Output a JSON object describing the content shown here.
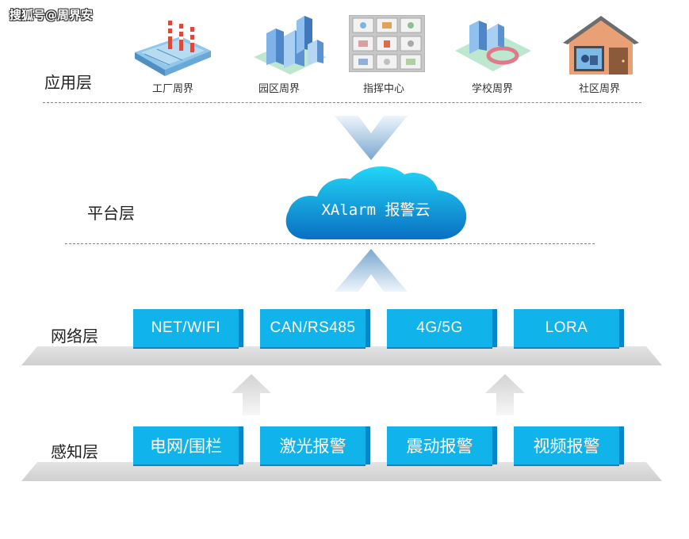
{
  "watermark": "搜狐号@周界安",
  "layers": {
    "application": "应用层",
    "platform": "平台层",
    "network": "网络层",
    "sensing": "感知层"
  },
  "applications": [
    {
      "label": "工厂周界",
      "icon": "factory-icon"
    },
    {
      "label": "园区周界",
      "icon": "park-buildings-icon"
    },
    {
      "label": "指挥中心",
      "icon": "command-center-icon"
    },
    {
      "label": "学校周界",
      "icon": "school-icon"
    },
    {
      "label": "社区周界",
      "icon": "community-house-icon"
    }
  ],
  "cloud": {
    "label": "XAlarm 报警云",
    "icon": "cloud-icon"
  },
  "network_items": [
    "NET/WIFI",
    "CAN/RS485",
    "4G/5G",
    "LORA"
  ],
  "sensing_items": [
    "电网/围栏",
    "激光报警",
    "震动报警",
    "视频报警"
  ],
  "colors": {
    "box_fill": "#10b3ea",
    "box_side": "#0a86c6",
    "dash_line": "#3d9ad6",
    "cloud_top": "#22d6f7",
    "cloud_bottom": "#0a6fc2"
  }
}
